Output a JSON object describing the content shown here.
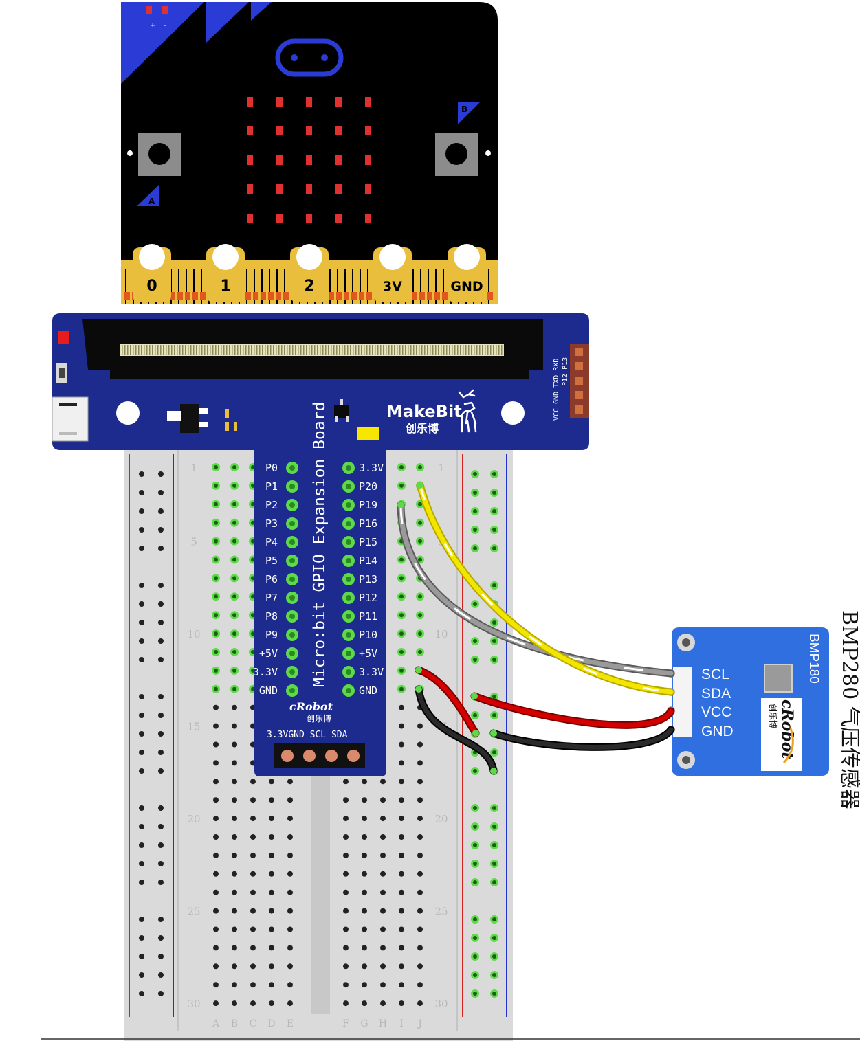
{
  "microbit": {
    "battery_plus": "+",
    "battery_minus": "-",
    "button_a": "A",
    "button_b": "B",
    "pins": [
      "0",
      "1",
      "2",
      "3V",
      "GND"
    ]
  },
  "expansion_board": {
    "brand": "MakeBit",
    "brand_cn": "创乐博",
    "title": "Micro:bit GPIO Expansion Board",
    "header_labels": [
      "P13",
      "RXD",
      "P12",
      "TXD",
      "GND",
      "VCC"
    ],
    "left_pins": [
      "P0",
      "P1",
      "P2",
      "P3",
      "P4",
      "P5",
      "P6",
      "P7",
      "P8",
      "P9",
      "+5V",
      "3.3V",
      "GND"
    ],
    "right_pins": [
      "3.3V",
      "P20",
      "P19",
      "P16",
      "P15",
      "P14",
      "P13",
      "P12",
      "P11",
      "P10",
      "+5V",
      "3.3V",
      "GND"
    ],
    "logo": "cRobot",
    "logo_cn": "创乐博",
    "i2c_labels": [
      "3.3V",
      "GND",
      "SCL",
      "SDA"
    ]
  },
  "breadboard": {
    "row_numbers": [
      "1",
      "5",
      "10",
      "15",
      "20",
      "25",
      "30"
    ],
    "columns_left": [
      "A",
      "B",
      "C",
      "D",
      "E"
    ],
    "columns_right": [
      "F",
      "G",
      "H",
      "I",
      "J"
    ]
  },
  "sensor": {
    "chip_label": "BMP180",
    "pins": [
      "SCL",
      "SDA",
      "VCC",
      "GND"
    ],
    "logo": "cRobot",
    "logo_cn": "创乐博"
  },
  "caption": "BMP280 气压传感器",
  "colors": {
    "microbit_body": "#000000",
    "accent_blue": "#2a3bd6",
    "gold_edge": "#e8be3c",
    "led_red": "#e03030",
    "board_blue": "#1d2b8f",
    "breadboard": "#dcdcdc",
    "hole_green": "#5ed94a",
    "rail_red": "#d42020",
    "rail_blue": "#2233cc",
    "sensor_blue": "#2f6fe0",
    "wire_yellow": "#f2e600",
    "wire_gray": "#8a8a8a",
    "wire_red": "#d40000",
    "wire_black": "#1a1a1a"
  }
}
